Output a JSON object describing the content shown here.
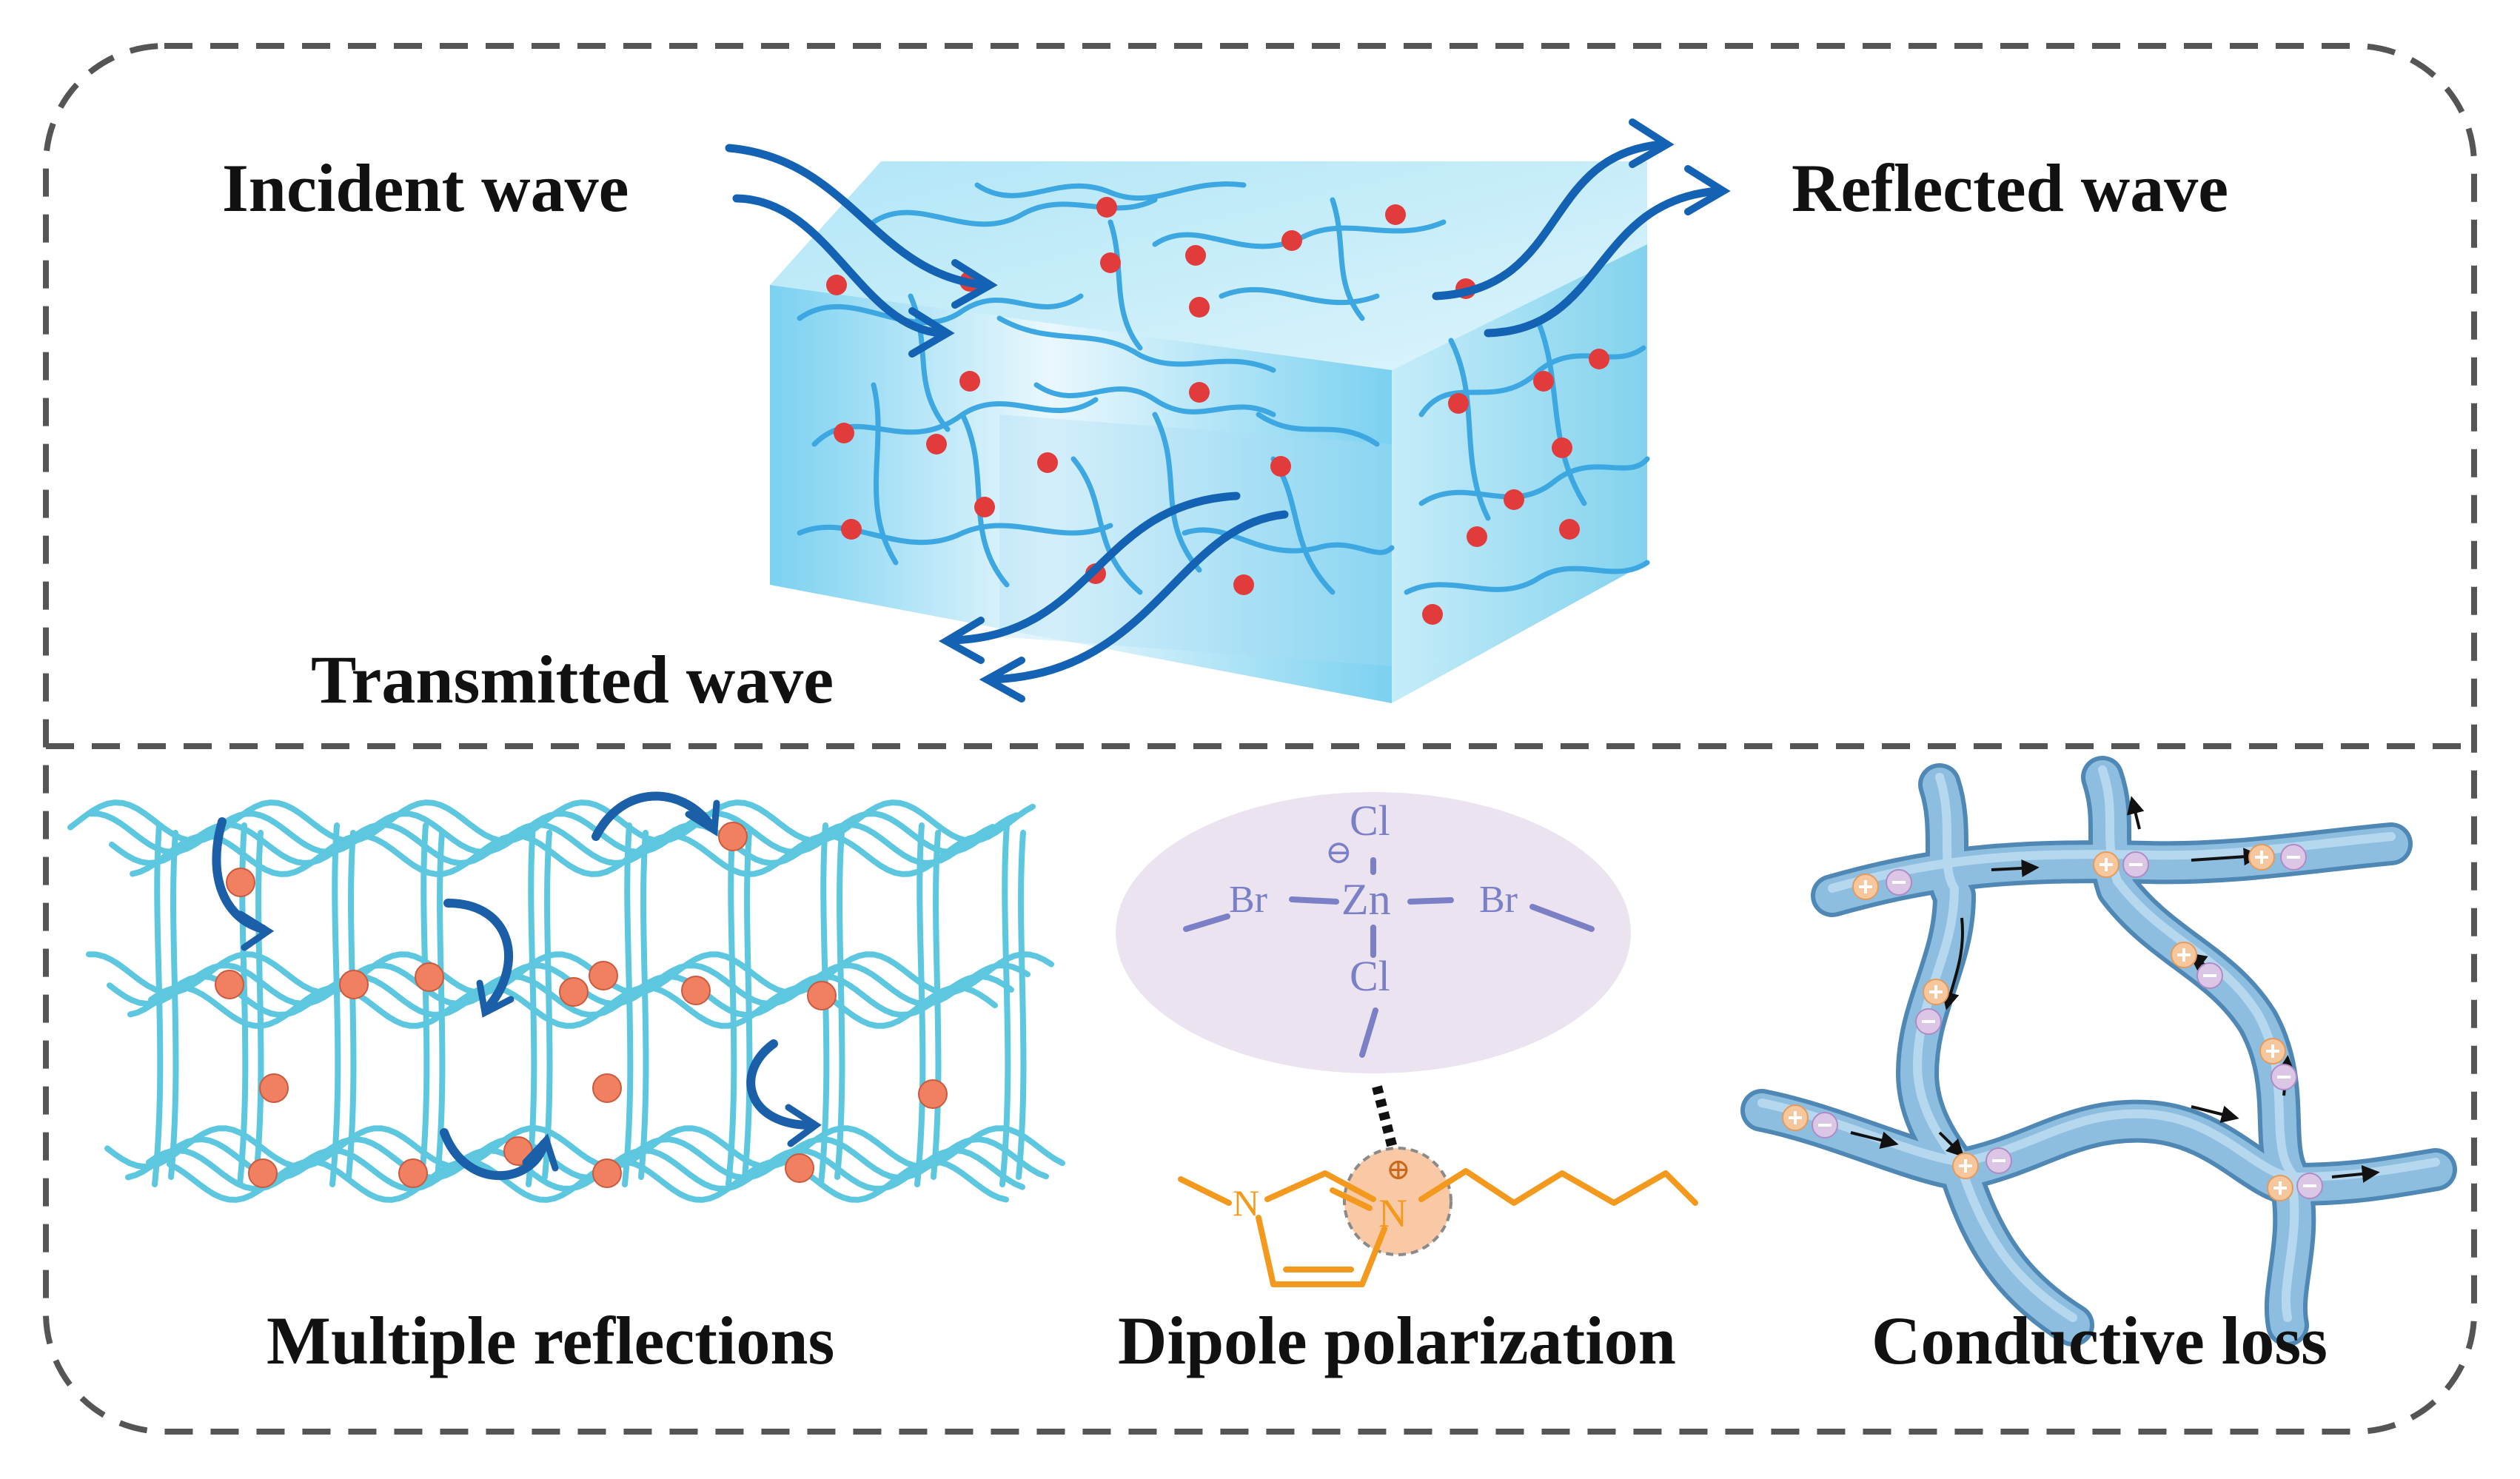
{
  "labels": {
    "incident": "Incident wave",
    "reflected": "Reflected wave",
    "transmitted": "Transmitted wave",
    "multiple": "Multiple reflections",
    "dipole": "Dipole polarization",
    "conductive": "Conductive loss"
  },
  "chem": {
    "cl_top": "Cl",
    "cl_bottom": "Cl",
    "zn": "Zn",
    "br_left": "Br",
    "br_right": "Br",
    "n_left": "N",
    "n_right": "N",
    "minus": "⊖",
    "plus": "⊕"
  },
  "colors": {
    "border": "#555555",
    "hydrogel": "#7fd3ee",
    "strand": "#3ca7e0",
    "dot": "#e23b3b",
    "arrow": "#1462b4",
    "mesh": "#5cc7df",
    "sphere": "#f08060",
    "bubble": "#ebe3ef",
    "chem": "#7b7fc6",
    "orange": "#f39a1e",
    "tube": "#7ab0d6",
    "tubeDark": "#4f88b5"
  }
}
